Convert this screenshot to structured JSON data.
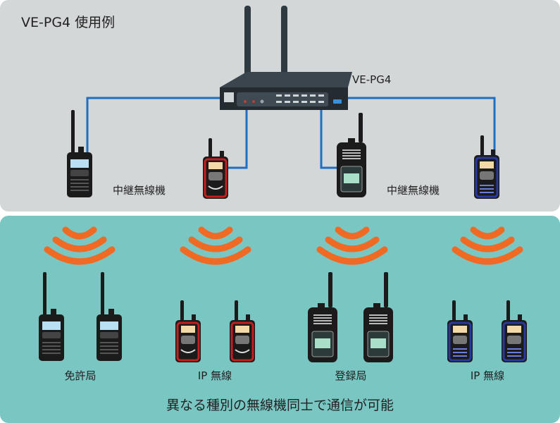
{
  "title": "VE-PG4 使用例",
  "router": {
    "label": "VE-PG4"
  },
  "relay_labels": {
    "left": "中継無線機",
    "right": "中継無線機"
  },
  "groups": [
    {
      "label": "免許局",
      "color": "#222222"
    },
    {
      "label": "IP 無線",
      "color": "#cc1f1f"
    },
    {
      "label": "登録局",
      "color": "#333333"
    },
    {
      "label": "IP 無線",
      "color": "#1f2a8c"
    }
  ],
  "footer": "異なる種別の無線機同士で通信が可能",
  "colors": {
    "cable": "#1f6fc4",
    "wave": "#f06a24",
    "top_bg": "#d3d7d8",
    "bottom_bg": "#79c6c3"
  }
}
